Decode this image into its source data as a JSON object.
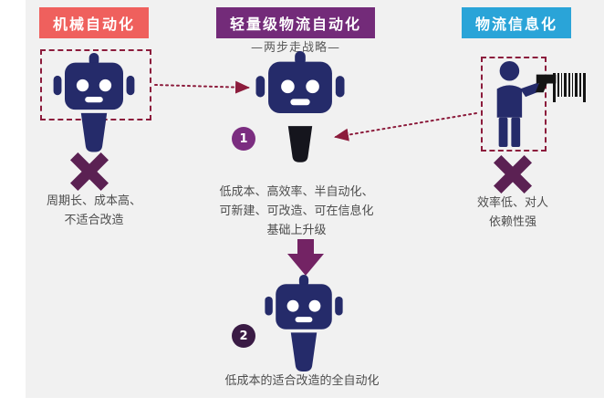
{
  "headers": {
    "left": "机械自动化",
    "center": "轻量级物流自动化",
    "right": "物流信息化"
  },
  "subtitle": "—两步走战略—",
  "left_column": {
    "line1": "周期长、成本高、",
    "line2": "不适合改造"
  },
  "center_column": {
    "step_number": "1",
    "line1": "低成本、高效率、半自动化、",
    "line2": "可新建、可改造、可在信息化",
    "line3": "基础上升级"
  },
  "right_column": {
    "line1": "效率低、对人",
    "line2": "依赖性强"
  },
  "bottom_section": {
    "step_number": "2",
    "caption": "低成本的适合改造的全自动化"
  },
  "icons": {
    "robot": "robot-icon",
    "worker": "worker-with-scanner-icon",
    "barcode": "barcode-icon",
    "x_mark": "x-mark-icon",
    "down_arrow": "down-arrow-icon",
    "dotted_arrow": "dotted-arrow"
  },
  "colors": {
    "background": "#f1f1f1",
    "header_left_bg": "#ef605d",
    "header_center_bg": "#732b79",
    "header_right_bg": "#2aa4d8",
    "robot_navy": "#252b6a",
    "robot_dark_body": "#15151d",
    "dashed_frame": "#8c1c3c",
    "x_mark": "#5b2153",
    "down_arrow": "#732364",
    "step1_badge": "#7b2d80",
    "step2_badge": "#3a1b45",
    "body_text": "#4d4d4d"
  }
}
